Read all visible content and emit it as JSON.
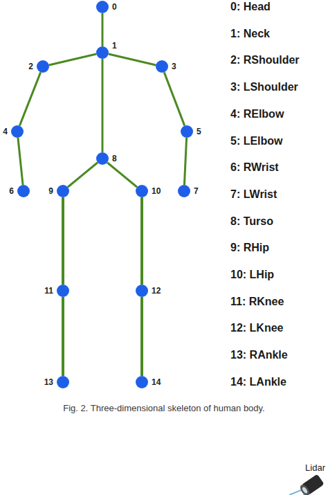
{
  "diagram": {
    "caption": "Fig. 2. Three-dimensional skeleton of human body.",
    "nodes": [
      {
        "text": [
          "0"
        ]
      },
      {
        "text": [
          "1"
        ]
      },
      {
        "text": [
          "2"
        ]
      },
      {
        "text": [
          "3"
        ]
      },
      {
        "text": [
          "4"
        ]
      },
      {
        "text": [
          "5"
        ]
      },
      {
        "text": [
          "6"
        ]
      },
      {
        "text": [
          "7"
        ]
      },
      {
        "text": [
          "8"
        ]
      },
      {
        "text": [
          "9"
        ]
      },
      {
        "text": [
          "10"
        ]
      },
      {
        "text": [
          "11"
        ]
      },
      {
        "text": [
          "12"
        ]
      },
      {
        "text": [
          "13"
        ]
      },
      {
        "text": [
          "14"
        ]
      }
    ],
    "edges": [
      {
        "from": 0,
        "to": 1,
        "arrow": "none"
      },
      {
        "from": 1,
        "to": 2,
        "arrow": "none"
      },
      {
        "from": 1,
        "to": 3,
        "arrow": "none"
      },
      {
        "from": 2,
        "to": 4,
        "arrow": "none"
      },
      {
        "from": 3,
        "to": 5,
        "arrow": "none"
      },
      {
        "from": 4,
        "to": 6,
        "arrow": "none"
      },
      {
        "from": 5,
        "to": 7,
        "arrow": "none"
      },
      {
        "from": 1,
        "to": 8,
        "arrow": "none"
      },
      {
        "from": 8,
        "to": 9,
        "arrow": "none"
      },
      {
        "from": 8,
        "to": 10,
        "arrow": "none"
      },
      {
        "from": 9,
        "to": 11,
        "arrow": "none"
      },
      {
        "from": 10,
        "to": 12,
        "arrow": "none"
      },
      {
        "from": 11,
        "to": 13,
        "arrow": "none"
      },
      {
        "from": 12,
        "to": 14,
        "arrow": "none"
      }
    ],
    "labels": [
      "0: Head",
      "1: Neck",
      "2: RShoulder",
      "3: LShoulder",
      "4: RElbow",
      "5: LElbow",
      "6: RWrist",
      "7: LWrist",
      "8: Turso",
      "9: RHip",
      "10: LHip",
      "11: RKnee",
      "12: LKnee",
      "13: RAnkle",
      "14: LAnkle",
      "Lidar"
    ]
  }
}
